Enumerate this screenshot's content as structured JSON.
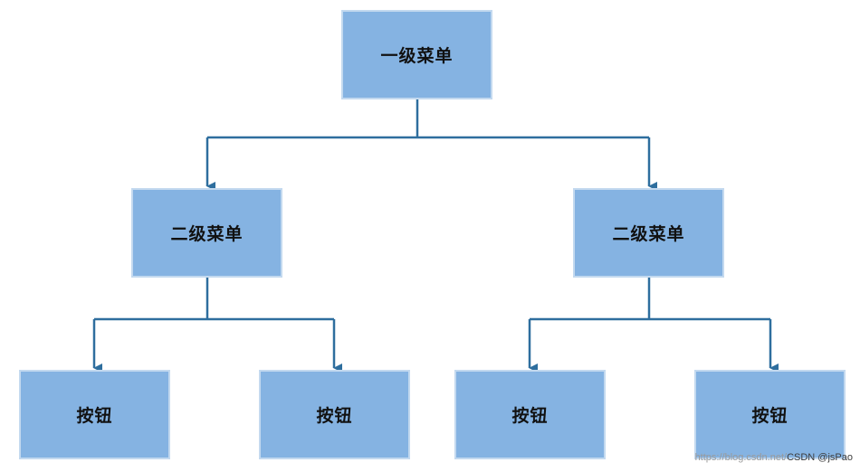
{
  "diagram": {
    "root": {
      "label": "一级菜单"
    },
    "level2": [
      {
        "label": "二级菜单"
      },
      {
        "label": "二级菜单"
      }
    ],
    "buttons": [
      {
        "label": "按钮"
      },
      {
        "label": "按钮"
      },
      {
        "label": "按钮"
      },
      {
        "label": "按钮"
      }
    ]
  },
  "colors": {
    "node_fill": "#85b3e2",
    "node_border": "#c3d9ef",
    "connector": "#2e6e9e"
  },
  "watermark": {
    "url_text": "https://blog.csdn.net/",
    "brand_text": "CSDN @jsPao"
  }
}
